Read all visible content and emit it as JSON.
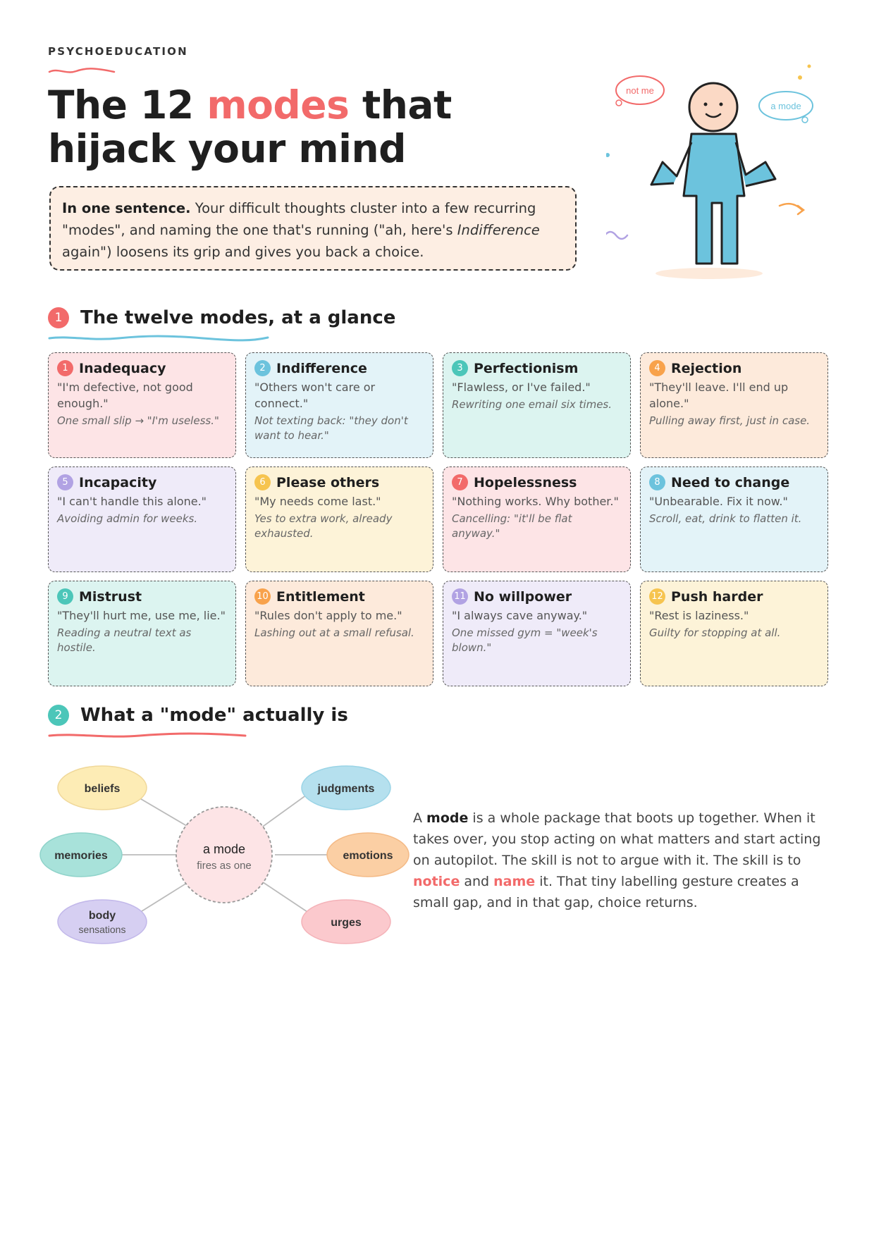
{
  "header": {
    "eyebrow": "PSYCHOEDUCATION",
    "title_pre": "The 12 ",
    "title_highlight": "modes",
    "title_post": " that hijack your mind",
    "accent_color": "#f26a6a"
  },
  "summary": {
    "lead": "In one sentence.",
    "text_1": " Your difficult thoughts cluster into a few recurring \"modes\", and naming the one that's running (\"ah, here's ",
    "text_italic": "Indifference",
    "text_2": " again\") loosens its grip and gives you back a choice."
  },
  "illustration": {
    "bubble_left": "not me",
    "bubble_right": "a mode"
  },
  "section1": {
    "number": "1",
    "title": "The twelve modes, at a glance"
  },
  "modes": [
    {
      "num": "1",
      "name": "Inadequacy",
      "quote": "\"I'm defective, not good enough.\"",
      "example": "One small slip → \"I'm useless.\"",
      "bg": "#fde4e6",
      "badge": "#f26a6a"
    },
    {
      "num": "2",
      "name": "Indifference",
      "quote": "\"Others won't care or connect.\"",
      "example": "Not texting back: \"they don't want to hear.\"",
      "bg": "#e3f3f8",
      "badge": "#6cc3dd"
    },
    {
      "num": "3",
      "name": "Perfectionism",
      "quote": "\"Flawless, or I've failed.\"",
      "example": "Rewriting one email six times.",
      "bg": "#dcf4f0",
      "badge": "#4cc6b9"
    },
    {
      "num": "4",
      "name": "Rejection",
      "quote": "\"They'll leave. I'll end up alone.\"",
      "example": "Pulling away first, just in case.",
      "bg": "#fdeadb",
      "badge": "#f8a24b"
    },
    {
      "num": "5",
      "name": "Incapacity",
      "quote": "\"I can't handle this alone.\"",
      "example": "Avoiding admin for weeks.",
      "bg": "#efebf9",
      "badge": "#b1a2e3"
    },
    {
      "num": "6",
      "name": "Please others",
      "quote": "\"My needs come last.\"",
      "example": "Yes to extra work, already exhausted.",
      "bg": "#fdf3d8",
      "badge": "#f6c44f"
    },
    {
      "num": "7",
      "name": "Hopelessness",
      "quote": "\"Nothing works. Why bother.\"",
      "example": "Cancelling: \"it'll be flat anyway.\"",
      "bg": "#fde4e6",
      "badge": "#f26a6a"
    },
    {
      "num": "8",
      "name": "Need to change",
      "quote": "\"Unbearable. Fix it now.\"",
      "example": "Scroll, eat, drink to flatten it.",
      "bg": "#e3f3f8",
      "badge": "#6cc3dd"
    },
    {
      "num": "9",
      "name": "Mistrust",
      "quote": "\"They'll hurt me, use me, lie.\"",
      "example": "Reading a neutral text as hostile.",
      "bg": "#dcf4f0",
      "badge": "#4cc6b9"
    },
    {
      "num": "10",
      "name": "Entitlement",
      "quote": "\"Rules don't apply to me.\"",
      "example": "Lashing out at a small refusal.",
      "bg": "#fdeadb",
      "badge": "#f8a24b"
    },
    {
      "num": "11",
      "name": "No willpower",
      "quote": "\"I always cave anyway.\"",
      "example": "One missed gym = \"week's blown.\"",
      "bg": "#efebf9",
      "badge": "#b1a2e3"
    },
    {
      "num": "12",
      "name": "Push harder",
      "quote": "\"Rest is laziness.\"",
      "example": "Guilty for stopping at all.",
      "bg": "#fdf3d8",
      "badge": "#f6c44f"
    }
  ],
  "section2": {
    "number": "2",
    "title": "What a \"mode\" actually is"
  },
  "diagram": {
    "center_title": "a mode",
    "center_sub": "fires as one",
    "nodes": {
      "beliefs": "beliefs",
      "memories": "memories",
      "body": "body",
      "body_sub": "sensations",
      "judgments": "judgments",
      "emotions": "emotions",
      "urges": "urges"
    }
  },
  "explanation": {
    "p1": "A ",
    "b1": "mode",
    "p2": " is a whole package that boots up together. When it takes over, you stop acting on what matters and start acting on autopilot. The skill is not to argue with it. The skill is to ",
    "r1": "notice",
    "p3": " and ",
    "r2": "name",
    "p4": " it. That tiny labelling gesture creates a small gap, and in that gap, choice returns."
  }
}
